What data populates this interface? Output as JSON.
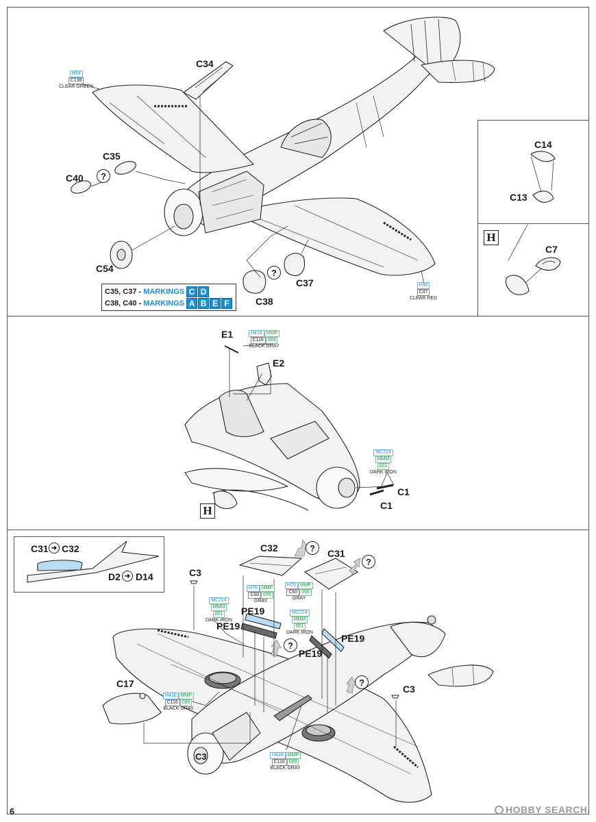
{
  "page_number": "6",
  "watermark": "HOBBY SEARCH",
  "step1": {
    "parts": [
      "C34",
      "C35",
      "C40",
      "C54",
      "C37",
      "C38"
    ],
    "color_wing_left": {
      "h": "H94",
      "c": "C138",
      "name": "CLEAR GREEN"
    },
    "color_wing_right": {
      "h": "H90",
      "c": "C47",
      "name": "CLEAR RED"
    },
    "markings": [
      {
        "parts": "C35, C37 -",
        "word": "MARKINGS",
        "letters": [
          "C",
          "D"
        ]
      },
      {
        "parts": "C38, C40 -",
        "word": "MARKINGS",
        "letters": [
          "A",
          "B",
          "E",
          "F"
        ]
      }
    ]
  },
  "inset_top": {
    "parts": [
      "C14",
      "C13"
    ]
  },
  "inset_h": {
    "symbol": "H",
    "parts": [
      "C7"
    ]
  },
  "step2": {
    "parts": [
      "E1",
      "E2",
      "C1",
      "C1"
    ],
    "symbol": "H",
    "color_e1": {
      "h": "H416",
      "mmp": "MMP",
      "c": "C116",
      "mmp2": "089",
      "name": "BLACK GRAY"
    },
    "color_c1": {
      "mc": "MC214",
      "mmm": "MMM",
      "num": "001",
      "name": "DARK IRON"
    }
  },
  "step3": {
    "inset": {
      "left_a": "C31",
      "left_b": "C32",
      "right_a": "D2",
      "right_b": "D14"
    },
    "parts": [
      "C32",
      "C31",
      "C3",
      "PE19",
      "PE19",
      "PE19",
      "PE19",
      "C17",
      "C3",
      "C3"
    ],
    "color_gray_a": {
      "h": "H70",
      "mmp": "MMP",
      "c": "C60",
      "mmp2": "056",
      "name": "GRAY"
    },
    "color_gray_b": {
      "h": "H70",
      "mmp": "MMP",
      "c": "C60",
      "mmp2": "056",
      "name": "GRAY"
    },
    "color_iron_a": {
      "mc": "MC214",
      "mmm": "MMM",
      "num": "001",
      "name": "DARK IRON"
    },
    "color_iron_b": {
      "mc": "MC214",
      "mmm": "MMM",
      "num": "001",
      "name": "DARK IRON"
    },
    "color_blackgray_a": {
      "h": "H416",
      "mmp": "MMP",
      "c": "C116",
      "mmp2": "089",
      "name": "BLACK GRAY"
    },
    "color_blackgray_b": {
      "h": "H416",
      "mmp": "MMP",
      "c": "C116",
      "mmp2": "089",
      "name": "BLACK GRAY"
    }
  },
  "colors": {
    "blue": "#1c8fd0",
    "green": "#1a9a4a",
    "line": "#222222",
    "fill": "#f2f2f2",
    "shade": "#cfcfcf",
    "pe_blue": "#b9def3",
    "pe_dark": "#6a6a6a"
  }
}
